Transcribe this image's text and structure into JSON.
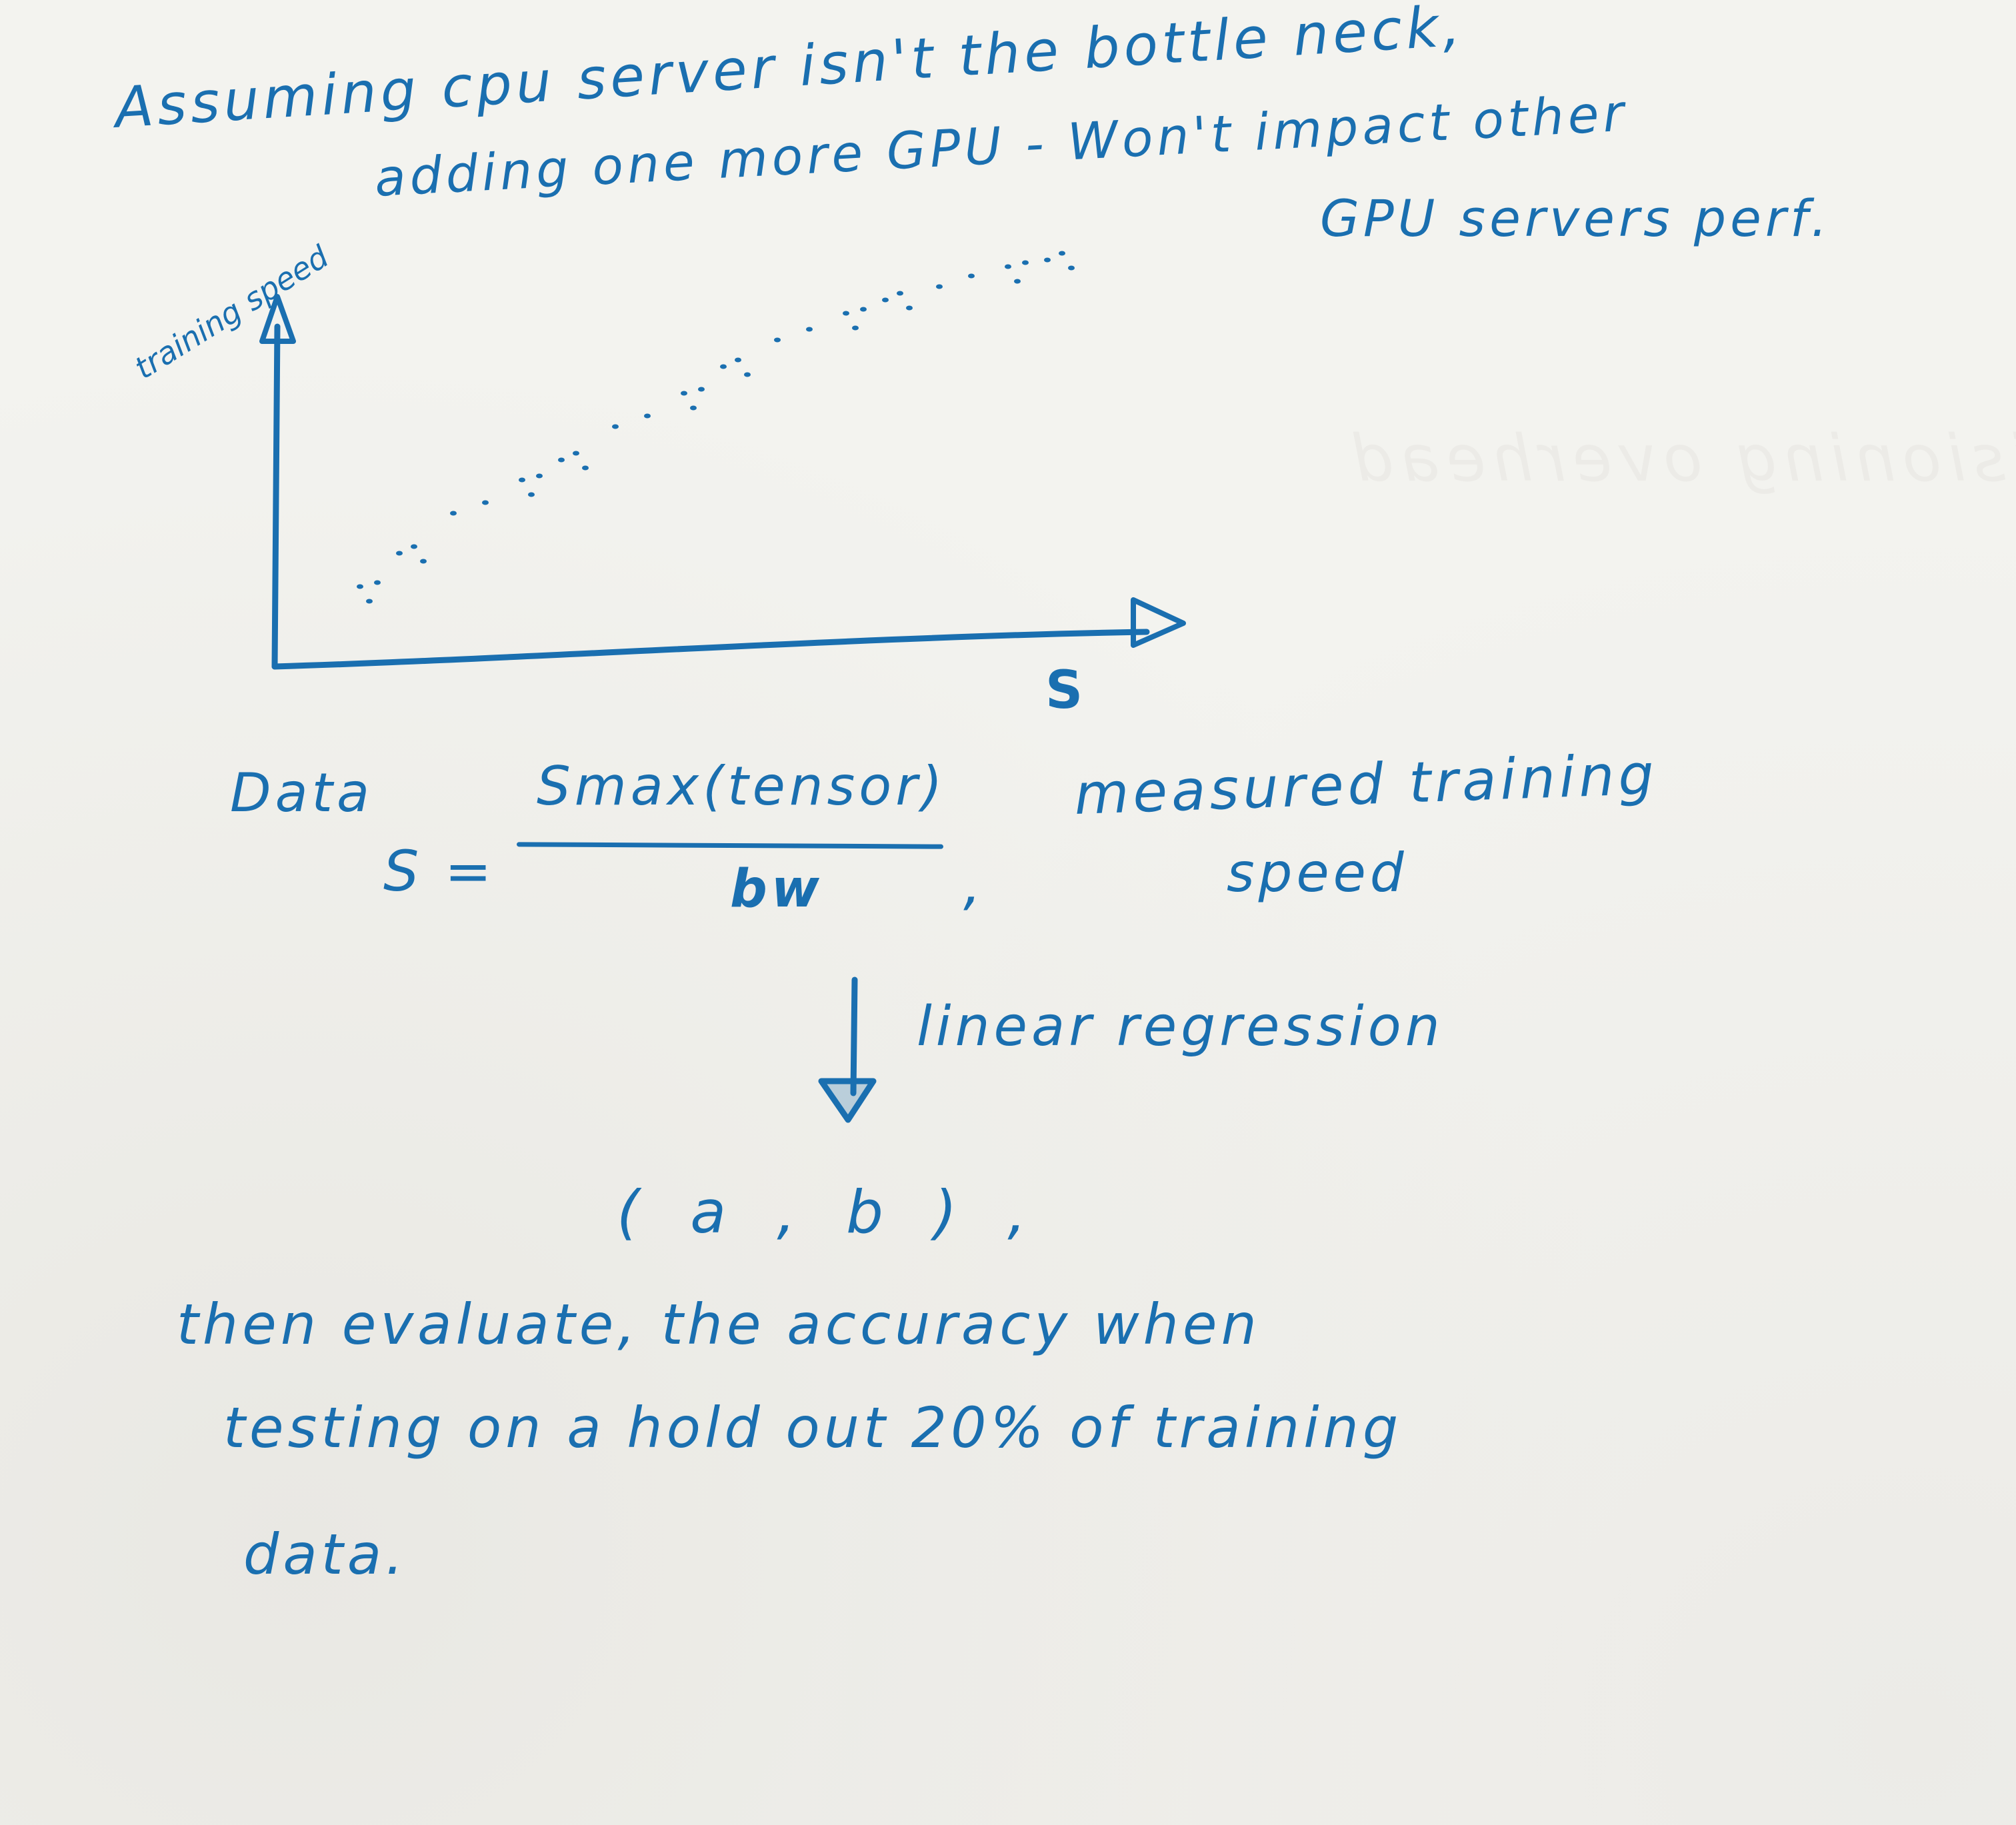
{
  "header": {
    "line1": "Assuming cpu server isn't the bottle neck,",
    "line2": "adding one more GPU - Won't impact other",
    "line3": "GPU servers perf."
  },
  "chart_data": {
    "type": "scatter",
    "ylabel": "training speed",
    "xlabel": "S",
    "points": [
      {
        "x": 1.0,
        "y": 1.0
      },
      {
        "x": 1.3,
        "y": 1.6
      },
      {
        "x": 1.6,
        "y": 2.2
      },
      {
        "x": 1.9,
        "y": 2.6
      },
      {
        "x": 2.2,
        "y": 3.0
      },
      {
        "x": 2.5,
        "y": 3.5
      },
      {
        "x": 2.8,
        "y": 3.9
      },
      {
        "x": 3.1,
        "y": 4.4
      },
      {
        "x": 3.4,
        "y": 4.8
      },
      {
        "x": 3.7,
        "y": 5.1
      },
      {
        "x": 4.0,
        "y": 5.4
      },
      {
        "x": 4.3,
        "y": 5.6
      },
      {
        "x": 4.6,
        "y": 5.8
      },
      {
        "x": 4.9,
        "y": 6.0
      }
    ]
  },
  "formula": {
    "prefix": "Data",
    "lhs": "S =",
    "numerator": "Smax(tensor)",
    "denominator": "bw",
    "separator": ",",
    "note_line1": "measured training",
    "note_line2": "speed"
  },
  "flow": {
    "label": "linear regression",
    "result": "( a , b ) ,"
  },
  "footer": {
    "line1": "then evaluate, the accuracy when",
    "line2": "testing on a hold out 20% of training",
    "line3": "data."
  },
  "colors": {
    "ink": "#1a6fb0",
    "paper": "#f3f3ef"
  }
}
